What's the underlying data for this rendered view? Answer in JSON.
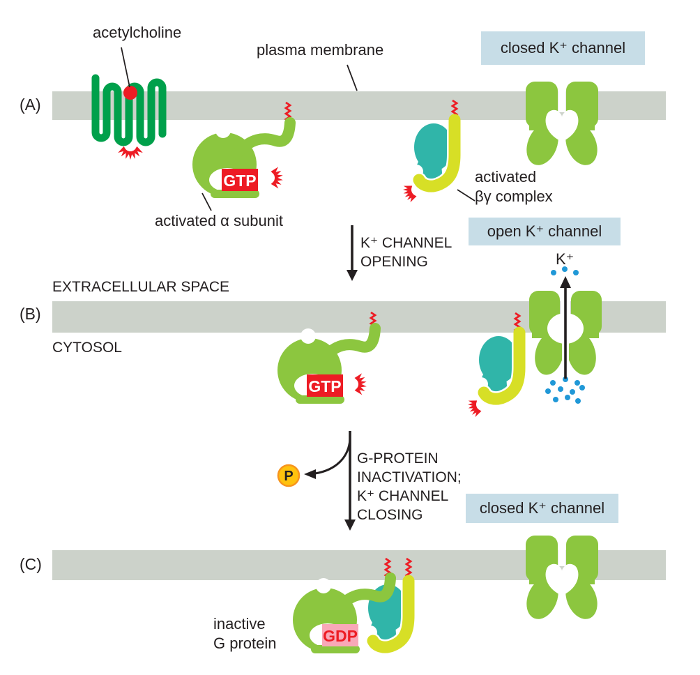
{
  "colors": {
    "ink": "#231f20",
    "membrane": "#ccd2ca",
    "green": "#8cc63f",
    "dkgreen": "#00a04b",
    "teal": "#30b5a9",
    "yellow": "#d7df26",
    "red": "#ed1c24",
    "pink": "#f9a8b8",
    "bluebox": "#c7dde7",
    "dot": "#2098d7",
    "pfill": "#ffc20e",
    "pstroke": "#f7941d"
  },
  "panels": {
    "a": "(A)",
    "b": "(B)",
    "c": "(C)"
  },
  "labels": {
    "acetylcholine": "acetylcholine",
    "plasma_membrane": "plasma membrane",
    "closed_channel_a": "closed K⁺ channel",
    "activated_alpha": "activated α subunit",
    "activated_betagamma": "activated\nβγ complex",
    "step1": "K⁺ CHANNEL\nOPENING",
    "open_channel": "open K⁺ channel",
    "k_ion": "K⁺",
    "extracellular": "EXTRACELLULAR SPACE",
    "cytosol": "CYTOSOL",
    "step2": "G-PROTEIN\nINACTIVATION;\nK⁺ CHANNEL\nCLOSING",
    "closed_channel_c": "closed K⁺ channel",
    "inactive_g": "inactive\nG protein",
    "gtp": "GTP",
    "gdp": "GDP",
    "phosphate": "P"
  }
}
